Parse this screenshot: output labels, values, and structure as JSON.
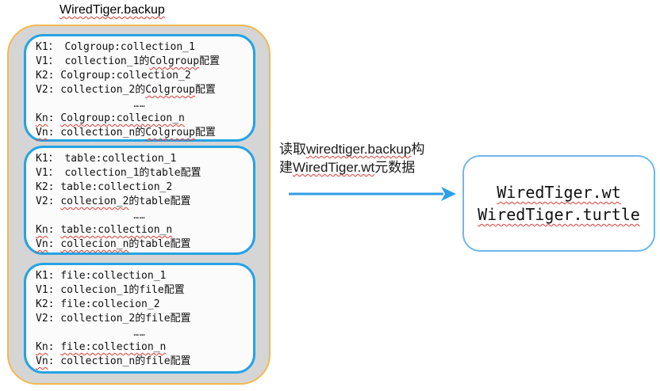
{
  "colors": {
    "panel-border": "#F2B94F",
    "panel-bg": "#D5D5D5",
    "box-border": "#25A3E3",
    "box-bg": "#FBFBFB",
    "result-border": "#6FB7EC",
    "result-bg": "#FFFFFF",
    "arrow": "#2E9EE7",
    "squiggle": "#E53B33",
    "text": "#111111"
  },
  "title": {
    "text": "WiredTiger.backup"
  },
  "backup_panel": {
    "boxes": [
      {
        "id": "colgroup",
        "lines": [
          {
            "segments": [
              {
                "text": "K1： Colgroup:collection_1",
                "misspelled": false
              }
            ]
          },
          {
            "segments": [
              {
                "text": "V1： collection_1的",
                "misspelled": false
              },
              {
                "text": "Colgroup",
                "misspelled": true
              },
              {
                "text": "配置",
                "misspelled": false
              }
            ]
          },
          {
            "segments": [
              {
                "text": "K2: Colgroup:collection_2",
                "misspelled": false
              }
            ]
          },
          {
            "segments": [
              {
                "text": "V2: collection_2的",
                "misspelled": false
              },
              {
                "text": "Colgroup",
                "misspelled": true
              },
              {
                "text": "配置",
                "misspelled": false
              }
            ]
          },
          {
            "center": true,
            "segments": [
              {
                "text": "……",
                "misspelled": false
              }
            ]
          },
          {
            "segments": [
              {
                "text": "Kn",
                "misspelled": true
              },
              {
                "text": ": ",
                "misspelled": false
              },
              {
                "text": "Colgroup:collecion_n",
                "misspelled": true
              }
            ]
          },
          {
            "segments": [
              {
                "text": "Vn",
                "misspelled": true
              },
              {
                "text": ": collection_n的",
                "misspelled": false
              },
              {
                "text": "Colgroup",
                "misspelled": true
              },
              {
                "text": "配置",
                "misspelled": false
              }
            ]
          }
        ]
      },
      {
        "id": "table",
        "lines": [
          {
            "segments": [
              {
                "text": "K1： table:collection_1",
                "misspelled": false
              }
            ]
          },
          {
            "segments": [
              {
                "text": "V1： collection_1的table配置",
                "misspelled": false
              }
            ]
          },
          {
            "segments": [
              {
                "text": "K2: table:collection_2",
                "misspelled": false
              }
            ]
          },
          {
            "segments": [
              {
                "text": "V2: ",
                "misspelled": false
              },
              {
                "text": "collecion_2",
                "misspelled": true
              },
              {
                "text": "的table配置",
                "misspelled": false
              }
            ]
          },
          {
            "center": true,
            "segments": [
              {
                "text": "……",
                "misspelled": false
              }
            ]
          },
          {
            "segments": [
              {
                "text": "Kn",
                "misspelled": true
              },
              {
                "text": ": ",
                "misspelled": false
              },
              {
                "text": "table:collection_n",
                "misspelled": true
              }
            ]
          },
          {
            "segments": [
              {
                "text": "Vn",
                "misspelled": true
              },
              {
                "text": ": ",
                "misspelled": false
              },
              {
                "text": "collecion_n",
                "misspelled": true
              },
              {
                "text": "的table配置",
                "misspelled": false
              }
            ]
          }
        ]
      },
      {
        "id": "file",
        "lines": [
          {
            "segments": [
              {
                "text": "K1: file:collection_1",
                "misspelled": false
              }
            ]
          },
          {
            "segments": [
              {
                "text": "V1: collecion_1的file配置",
                "misspelled": false
              }
            ]
          },
          {
            "segments": [
              {
                "text": "K2: file:collecion_2",
                "misspelled": false
              }
            ]
          },
          {
            "segments": [
              {
                "text": "V2: collection_2的file配置",
                "misspelled": false
              }
            ]
          },
          {
            "center": true,
            "segments": [
              {
                "text": "……",
                "misspelled": false
              }
            ]
          },
          {
            "segments": [
              {
                "text": "Kn",
                "misspelled": true
              },
              {
                "text": ": ",
                "misspelled": false
              },
              {
                "text": "file:collection_n",
                "misspelled": true
              }
            ]
          },
          {
            "segments": [
              {
                "text": "Vn",
                "misspelled": true
              },
              {
                "text": ": collection_n的file配置",
                "misspelled": false
              }
            ]
          }
        ]
      }
    ]
  },
  "arrow": {
    "label_lines": [
      {
        "segments": [
          {
            "text": "读取",
            "misspelled": false
          },
          {
            "text": "wiredtiger.backup",
            "misspelled": true
          },
          {
            "text": "构",
            "misspelled": false
          }
        ]
      },
      {
        "segments": [
          {
            "text": "建",
            "misspelled": false
          },
          {
            "text": "WiredTiger.wt",
            "misspelled": true
          },
          {
            "text": "元数据",
            "misspelled": false
          }
        ]
      }
    ]
  },
  "result_box": {
    "lines": [
      {
        "segments": [
          {
            "text": "WiredTiger.wt",
            "misspelled": true
          }
        ]
      },
      {
        "segments": [
          {
            "text": "WiredTiger.turtle",
            "misspelled": true
          }
        ]
      }
    ]
  }
}
